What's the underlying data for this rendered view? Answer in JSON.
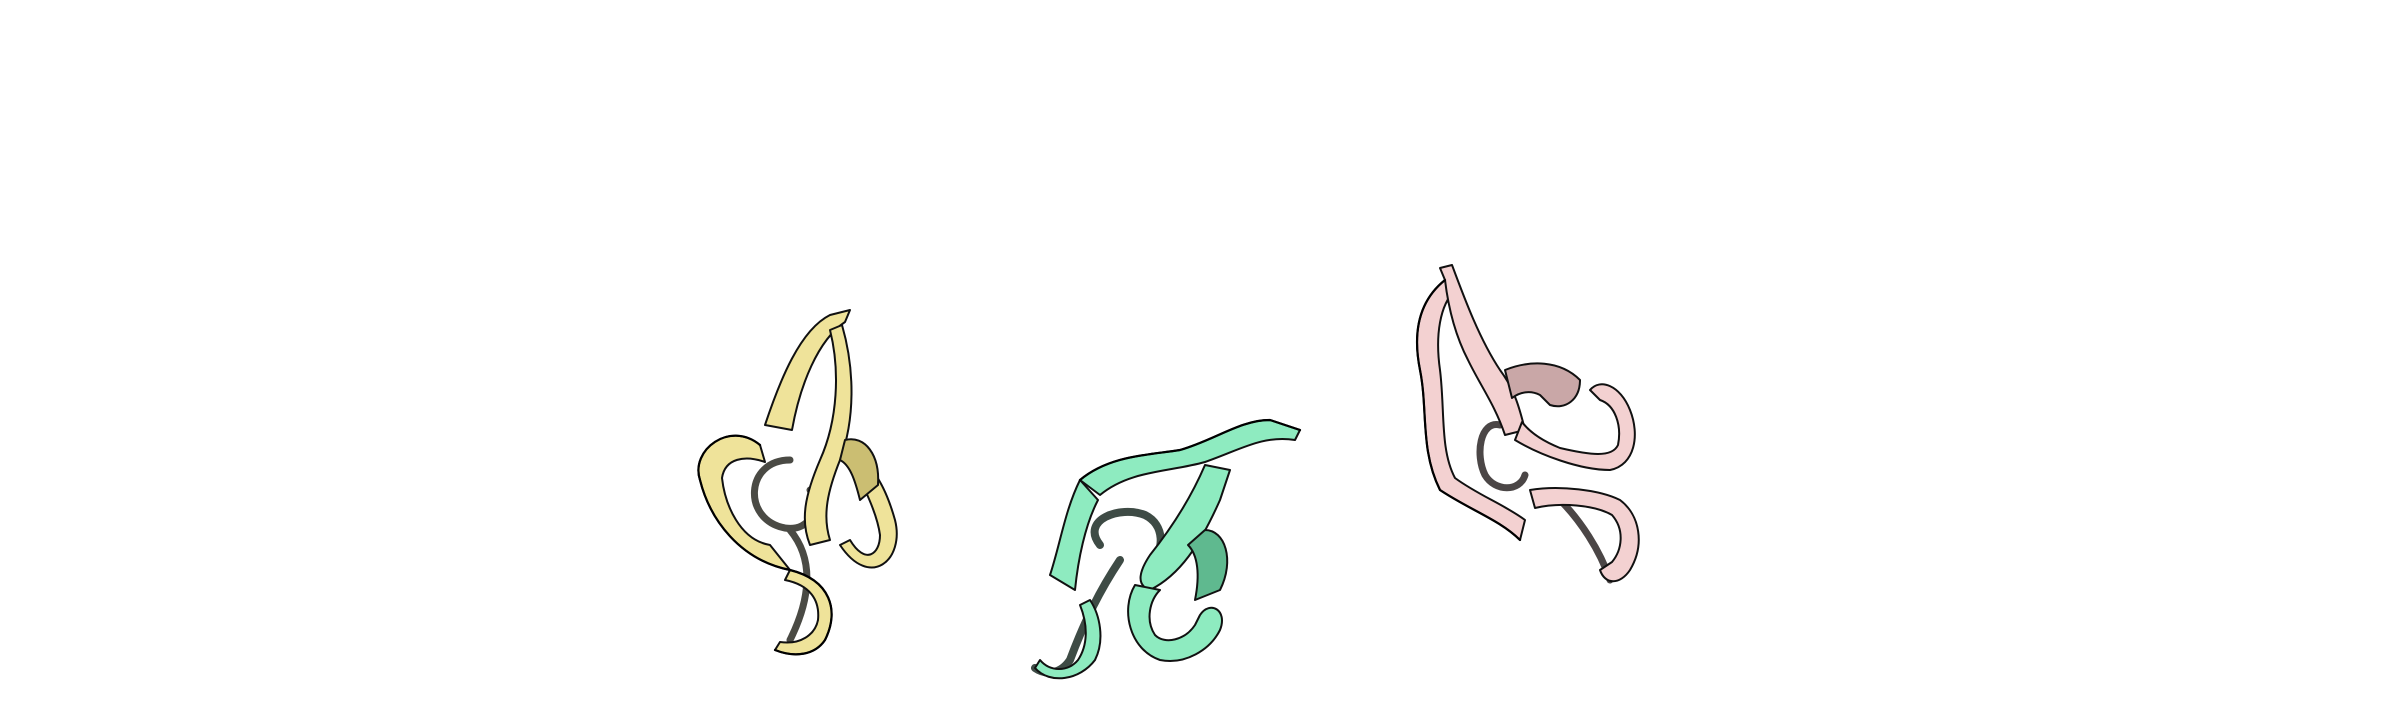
{
  "image": {
    "background_color": "#ffffff"
  },
  "structures": [
    {
      "name": "yellow-protein-ribbon",
      "color": "#EFE39A",
      "shade_color": "#CBBE72",
      "loop_color": "#4A4A44"
    },
    {
      "name": "green-protein-ribbon",
      "color": "#8EEBC0",
      "shade_color": "#5FB98F",
      "loop_color": "#3E4B45"
    },
    {
      "name": "pink-protein-ribbon",
      "color": "#F3D1D1",
      "shade_color": "#C9A7A7",
      "loop_color": "#4B4646"
    }
  ]
}
